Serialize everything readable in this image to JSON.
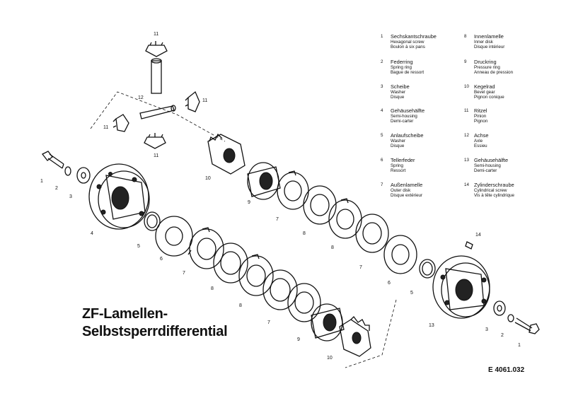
{
  "title": {
    "line1": "ZF-Lamellen-",
    "line2": "Selbstsperrdifferential"
  },
  "drawing_code": "E 4061.032",
  "legend": [
    {
      "n": "1",
      "de": "Sechskantschraube",
      "en": "Hexagonal screw",
      "fr": "Boulon à six pans"
    },
    {
      "n": "2",
      "de": "Federring",
      "en": "Spring ring",
      "fr": "Bague de ressort"
    },
    {
      "n": "3",
      "de": "Scheibe",
      "en": "Washer",
      "fr": "Disque"
    },
    {
      "n": "4",
      "de": "Gehäusehälfte",
      "en": "Semi-housing",
      "fr": "Demi-carter"
    },
    {
      "n": "5",
      "de": "Anlaufscheibe",
      "en": "Washer",
      "fr": "Disque"
    },
    {
      "n": "6",
      "de": "Tellerfeder",
      "en": "Spring",
      "fr": "Ressort"
    },
    {
      "n": "7",
      "de": "Außenlamelle",
      "en": "Outer disk",
      "fr": "Disque extérieur"
    },
    {
      "n": "8",
      "de": "Innenlamelle",
      "en": "Inner disk",
      "fr": "Disque intérieur"
    },
    {
      "n": "9",
      "de": "Druckring",
      "en": "Pressure ring",
      "fr": "Anneau de pression"
    },
    {
      "n": "10",
      "de": "Kegelrad",
      "en": "Bevel gear",
      "fr": "Pignon conique"
    },
    {
      "n": "11",
      "de": "Ritzel",
      "en": "Pinion",
      "fr": "Pignon"
    },
    {
      "n": "12",
      "de": "Achse",
      "en": "Axle",
      "fr": "Essieu"
    },
    {
      "n": "13",
      "de": "Gehäusehälfte",
      "en": "Semi-housing",
      "fr": "Demi-carter"
    },
    {
      "n": "14",
      "de": "Zylinderschraube",
      "en": "Cylindrical screw",
      "fr": "Vis à tête cylindrique"
    }
  ],
  "part_labels": [
    {
      "id": "1",
      "text": "1"
    },
    {
      "id": "2",
      "text": "2"
    },
    {
      "id": "3",
      "text": "3"
    },
    {
      "id": "4",
      "text": "4"
    },
    {
      "id": "5",
      "text": "5"
    },
    {
      "id": "6",
      "text": "6"
    },
    {
      "id": "7",
      "text": "7"
    },
    {
      "id": "8",
      "text": "8"
    },
    {
      "id": "9",
      "text": "9"
    },
    {
      "id": "10",
      "text": "10"
    },
    {
      "id": "11",
      "text": "11"
    },
    {
      "id": "12",
      "text": "12"
    },
    {
      "id": "13",
      "text": "13"
    },
    {
      "id": "14",
      "text": "14"
    }
  ]
}
